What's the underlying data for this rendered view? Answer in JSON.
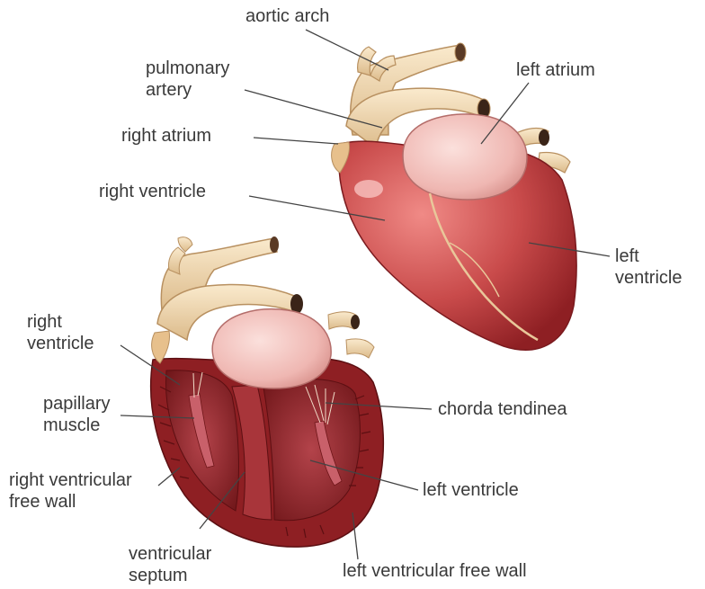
{
  "labels": {
    "aortic_arch": "aortic arch",
    "pulmonary_artery": "pulmonary\nartery",
    "right_atrium": "right atrium",
    "left_atrium": "left atrium",
    "right_ventricle_top": "right ventricle",
    "left_ventricle_top": "left\nventricle",
    "right_ventricle_bottom": "right\nventricle",
    "papillary_muscle": "papillary\nmuscle",
    "right_ventricular_free_wall": "right ventricular\nfree wall",
    "ventricular_septum": "ventricular\nseptum",
    "chorda_tendinea": "chorda tendinea",
    "left_ventricle_bottom": "left ventricle",
    "left_ventricular_free_wall": "left ventricular free wall"
  },
  "colors": {
    "muscle": "#c94b4b",
    "muscle_dark": "#8e1f23",
    "vessel": "#f1d7ae",
    "atrium": "#efb7b2",
    "leader_line": "#444444"
  }
}
